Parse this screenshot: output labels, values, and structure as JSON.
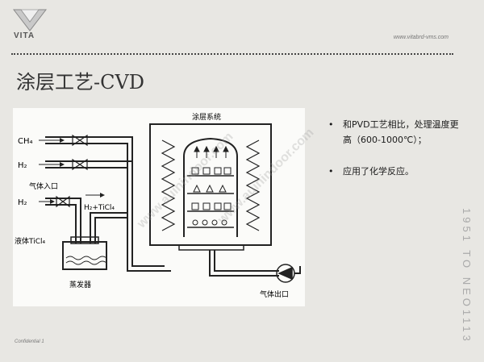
{
  "header": {
    "logo_text": "VITA",
    "url": "www.vitabrd-vms.com"
  },
  "title": "涂层工艺-CVD",
  "diagram": {
    "system_label": "涂层系统",
    "inlet_labels": {
      "ch4": "CH₄",
      "h2_top": "H₂",
      "gas_inlet": "气体入口",
      "h2_bottom": "H₂",
      "h2_ticl4": "H₂+TiCl₄",
      "liquid_ticl4": "液体TiCl₄",
      "evaporator": "蒸发器"
    },
    "outlet_label": "气体出口"
  },
  "bullets": [
    "和PVD工艺相比，处理温度更高（600-1000℃）；",
    "应用了化学反应。"
  ],
  "footer": "Confidential  1",
  "vertical_text": "1951 TO NEO1113",
  "watermark": "www.auinindoor.com"
}
